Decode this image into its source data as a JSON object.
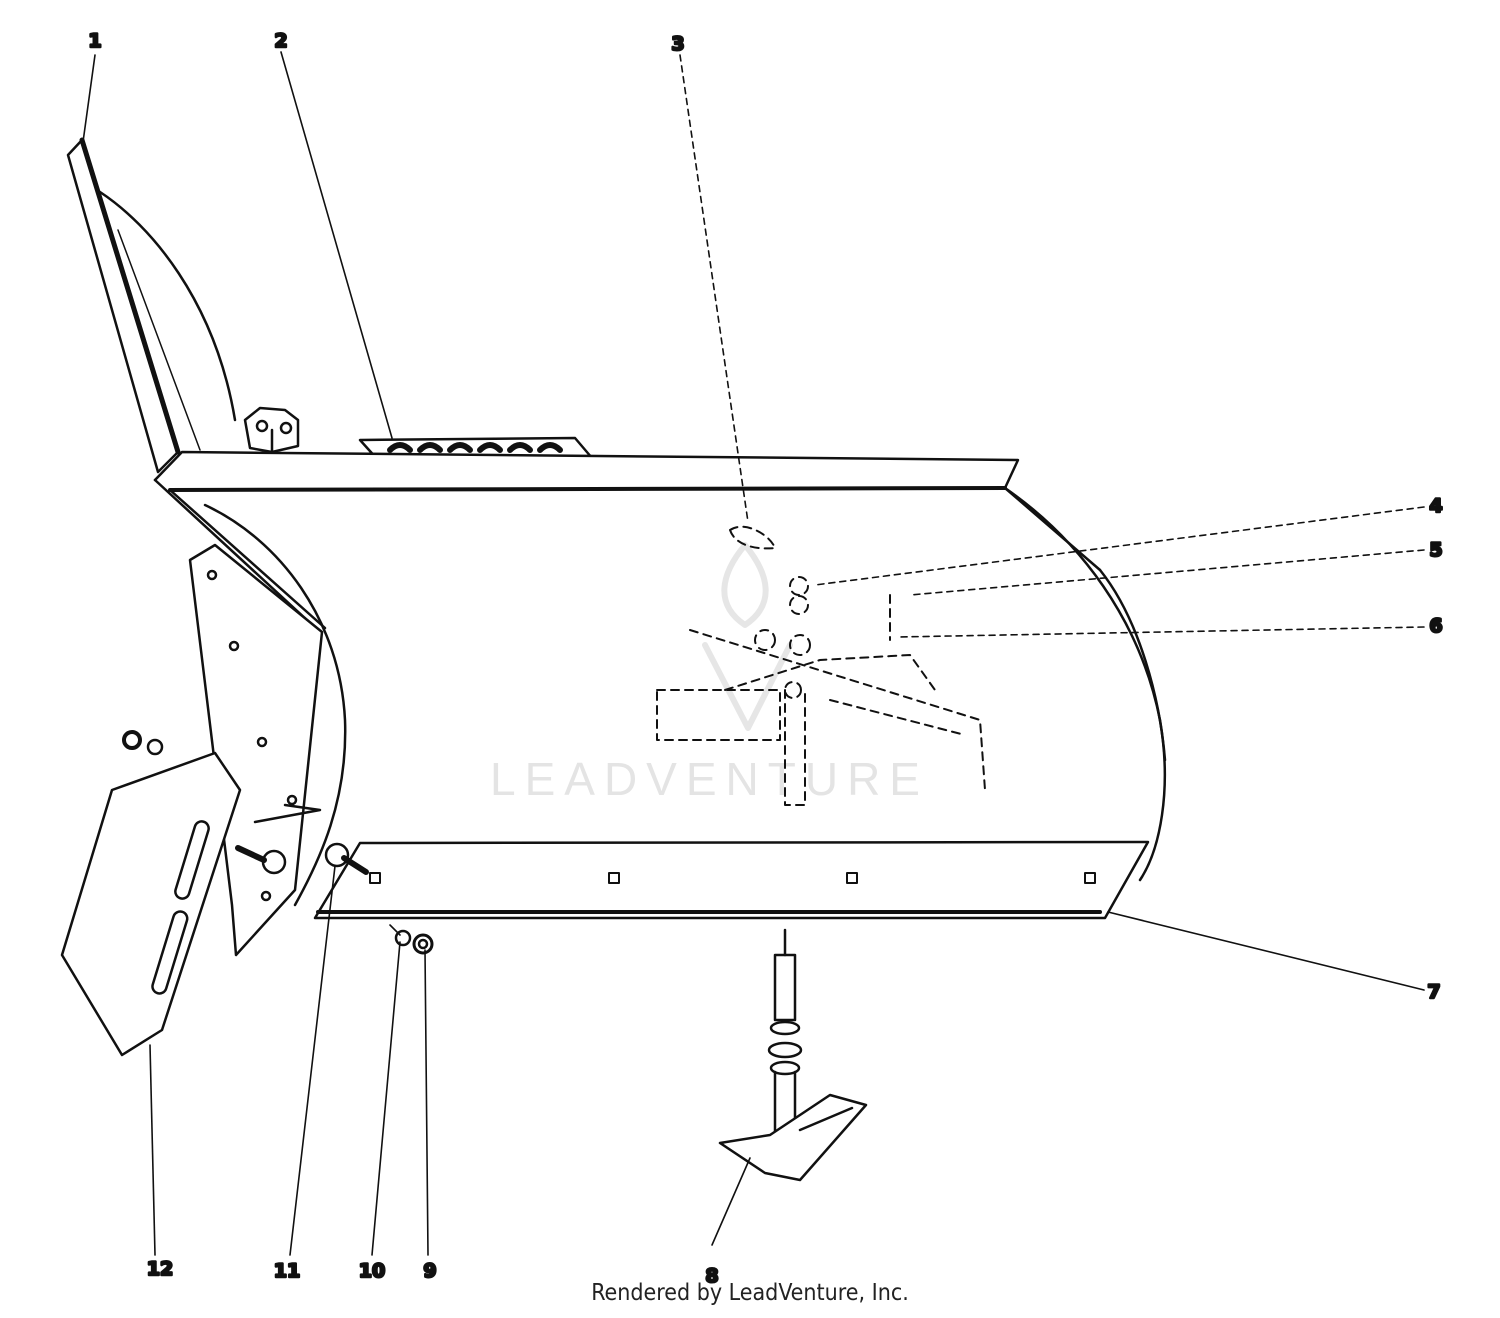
{
  "diagram": {
    "callouts": [
      "1",
      "2",
      "3",
      "4",
      "5",
      "6",
      "7",
      "8",
      "9",
      "10",
      "11",
      "12"
    ]
  },
  "watermark": {
    "text": "LEADVENTURE",
    "icon": "leadventure-flame-logo"
  },
  "footer": {
    "credit": "Rendered by LeadVenture, Inc."
  },
  "colors": {
    "ink": "#111111",
    "watermark": "#e4e4e4",
    "background": "#ffffff"
  }
}
